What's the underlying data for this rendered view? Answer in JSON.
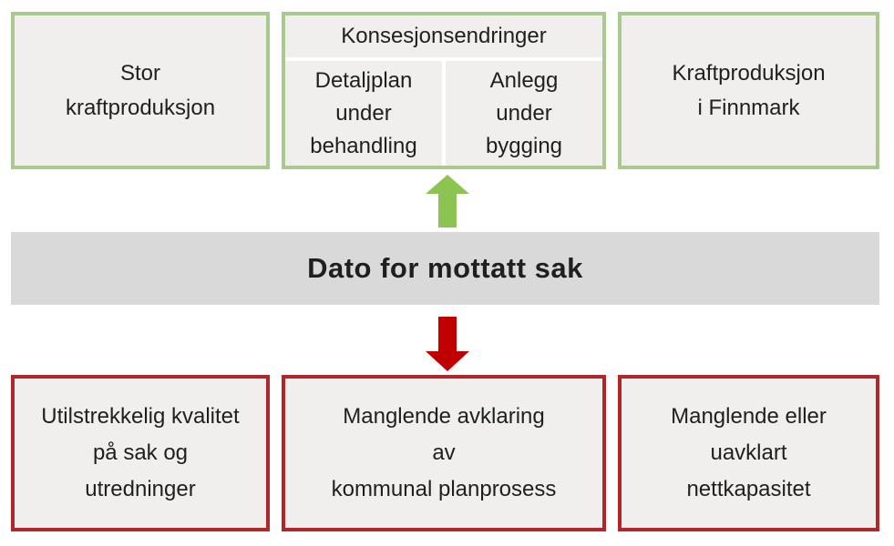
{
  "colors": {
    "green_border": "#a9c98e",
    "red_border": "#b02629",
    "green_arrow": "#8dc351",
    "red_arrow": "#c00000",
    "box_fill": "#f0efed",
    "band_fill": "#d9d9d9"
  },
  "top_row": {
    "box1": {
      "label": "Stor\nkraftproduksjon"
    },
    "box2": {
      "header": "Konsesjonsendringer",
      "cell1": "Detaljplan\nunder\nbehandling",
      "cell2": "Anlegg\nunder\nbygging"
    },
    "box3": {
      "label": "Kraftproduksjon\ni Finnmark"
    }
  },
  "band": {
    "title": "Dato for mottatt sak"
  },
  "bottom_row": {
    "box1": {
      "label": "Utilstrekkelig kvalitet\npå sak og\nutredninger"
    },
    "box2": {
      "label": "Manglende avklaring\nav\nkommunal planprosess"
    },
    "box3": {
      "label": "Manglende eller\nuavklart\nnettkapasitet"
    }
  }
}
